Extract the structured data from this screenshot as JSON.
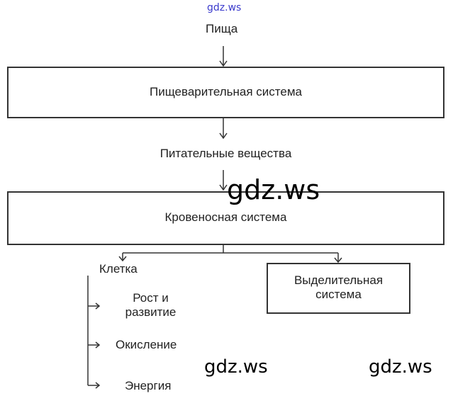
{
  "watermarks": {
    "top": "gdz.ws",
    "middle": "gdz.ws",
    "bottom_left": "gdz.ws",
    "bottom_right": "gdz.ws"
  },
  "nodes": {
    "food": "Пища",
    "digestive": "Пищеварительная система",
    "nutrients": "Питательные вещества",
    "circulatory": "Кровеносная система",
    "cell": "Клетка",
    "excretory_line1": "Выделительная",
    "excretory_line2": "система",
    "growth_line1": "Рост и",
    "growth_line2": "развитие",
    "oxidation": "Окисление",
    "energy": "Энергия"
  }
}
